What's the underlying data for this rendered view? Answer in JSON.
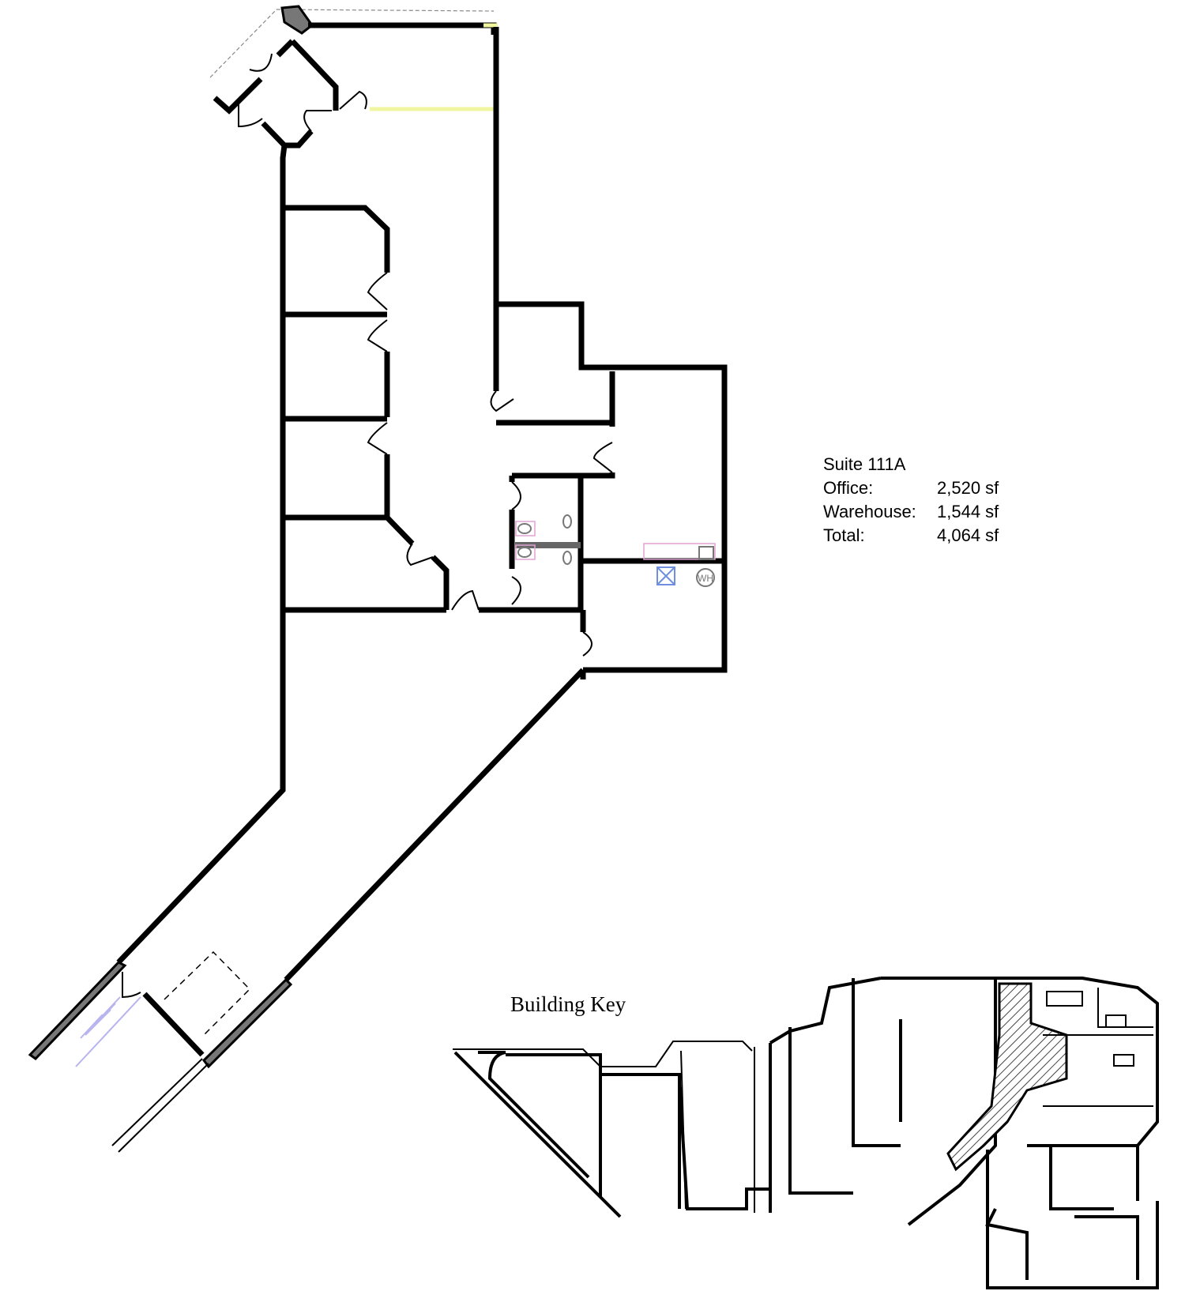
{
  "suite": {
    "title": "Suite 111A",
    "rows": [
      {
        "label": "Office:",
        "value": "2,520 sf"
      },
      {
        "label": "Warehouse:",
        "value": "1,544 sf"
      },
      {
        "label": "Total:",
        "value": "4,064 sf"
      }
    ]
  },
  "building_key": {
    "title": "Building Key",
    "highlight_pattern": "diagonal-hatch"
  },
  "symbols": {
    "water_heater": "WH"
  },
  "colors": {
    "walls": "#000000",
    "glazing": "#f0f5a0",
    "stairs": "#b7b4ee",
    "plumbing": "#e2a3d6",
    "hvac": "#6f8fe0"
  }
}
